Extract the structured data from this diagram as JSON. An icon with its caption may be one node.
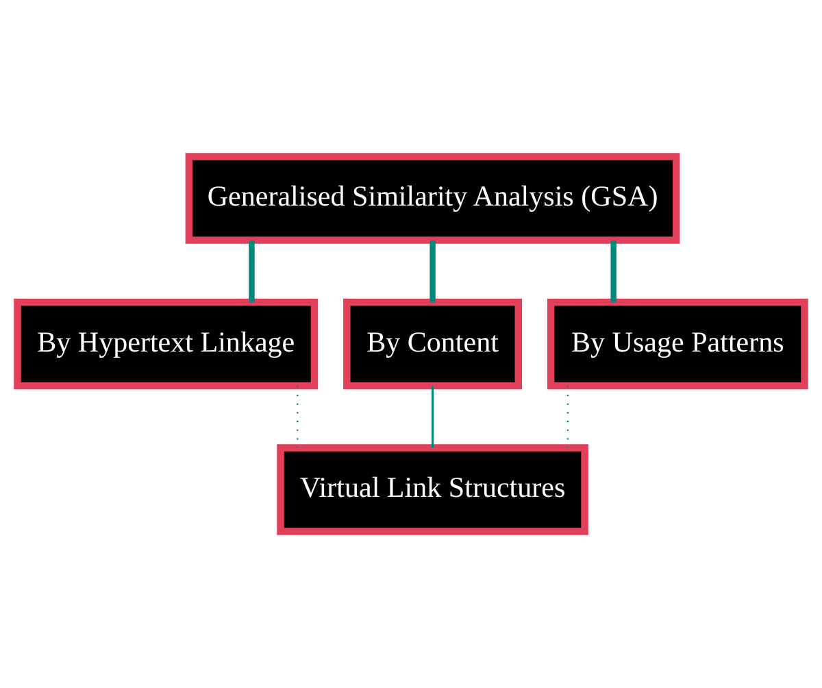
{
  "diagram": {
    "nodes": [
      {
        "text": [
          "Generalised Similarity Analysis (GSA)"
        ]
      },
      {
        "text": [
          "By Hypertext Linkage"
        ]
      },
      {
        "text": [
          "By Content"
        ]
      },
      {
        "text": [
          "By Usage Patterns"
        ]
      },
      {
        "text": [
          "Virtual Link Structures"
        ]
      }
    ],
    "edges": [
      {
        "from": 0,
        "to": 1,
        "arrow": "none",
        "style": "thick"
      },
      {
        "from": 0,
        "to": 2,
        "arrow": "none",
        "style": "thick"
      },
      {
        "from": 0,
        "to": 3,
        "arrow": "none",
        "style": "thick"
      },
      {
        "from": 1,
        "to": 4,
        "arrow": "none",
        "style": "dashed"
      },
      {
        "from": 2,
        "to": 4,
        "arrow": "none"
      },
      {
        "from": 3,
        "to": 4,
        "arrow": "none",
        "style": "dashed"
      }
    ]
  }
}
